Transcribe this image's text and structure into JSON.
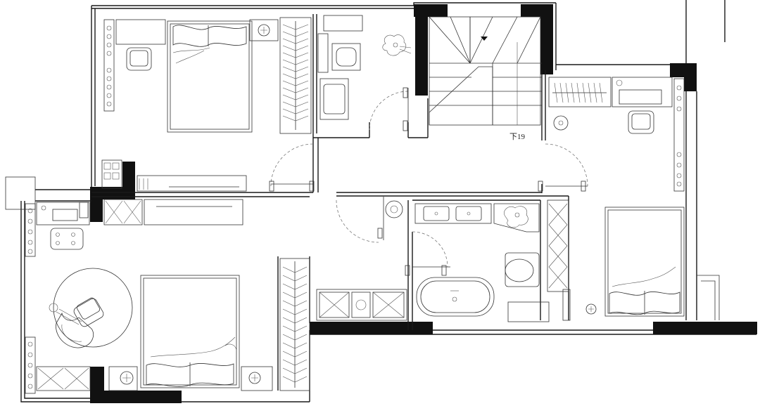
{
  "plan": {
    "stair_label": "下19"
  },
  "colors": {
    "wall": "#1a1a1a",
    "solid_column": "#111111",
    "background": "#ffffff"
  },
  "fixtures": {
    "beds": 3,
    "desks": 3,
    "wardrobes": 4,
    "toilets": 2,
    "bathtub": 1,
    "floor_drains": 3
  }
}
